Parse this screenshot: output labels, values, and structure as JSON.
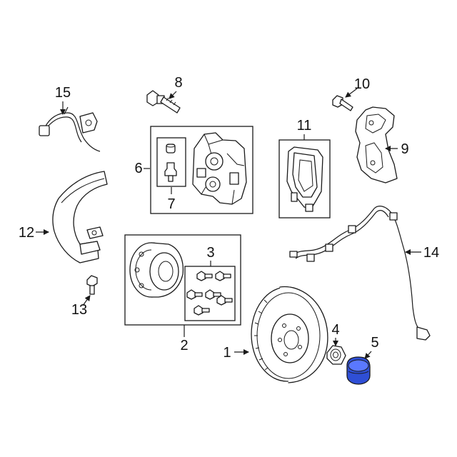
{
  "colors": {
    "line": "#1a1a1a",
    "highlight": "#2f4fd6",
    "background": "#ffffff"
  },
  "callouts": {
    "c1": "1",
    "c2": "2",
    "c3": "3",
    "c4": "4",
    "c5": "5",
    "c6": "6",
    "c7": "7",
    "c8": "8",
    "c9": "9",
    "c10": "10",
    "c11": "11",
    "c12": "12",
    "c13": "13",
    "c14": "14",
    "c15": "15"
  },
  "highlighted_part": "5"
}
